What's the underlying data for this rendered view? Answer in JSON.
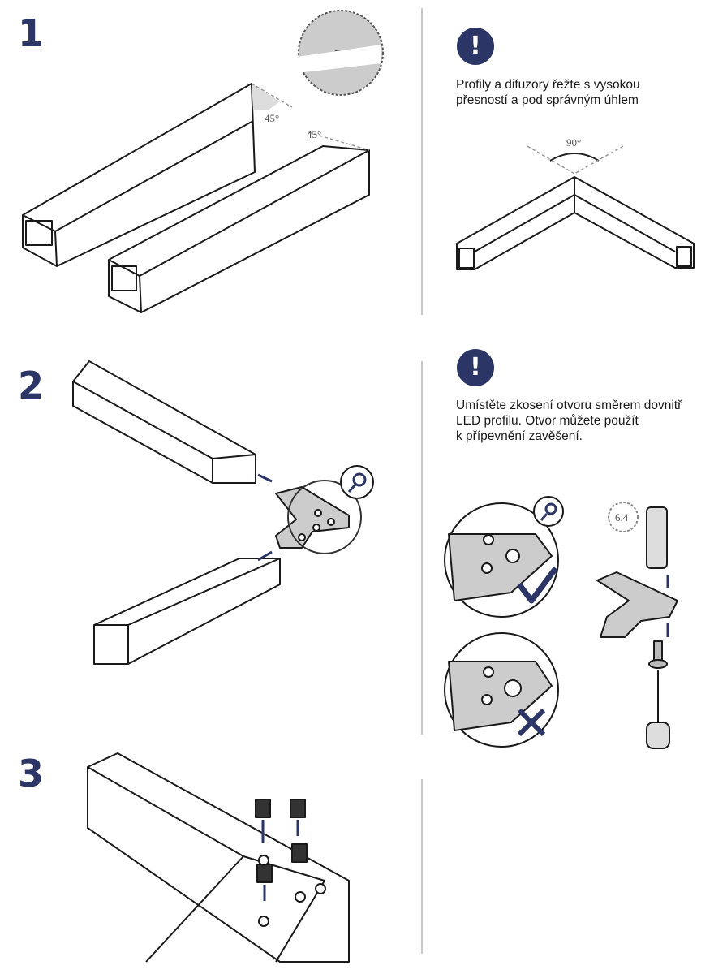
{
  "steps": [
    {
      "number": "1"
    },
    {
      "number": "2"
    },
    {
      "number": "3"
    }
  ],
  "notes": [
    {
      "icon": "exclamation-icon",
      "glyph": "!",
      "text": "Profily a difuzory řežte s vysokou\npřesností a pod správným úhlem"
    },
    {
      "icon": "exclamation-icon",
      "glyph": "!",
      "text": "Umístěte zkosení otvoru směrem dovnitř\nLED profilu. Otvor můžete použít\nk přípevnění zavěšení."
    }
  ],
  "labels": {
    "angle_a": "45°",
    "angle_b": "45°",
    "angle_right": "90°",
    "drill_size": "6.4"
  },
  "colors": {
    "accent": "#2b3566",
    "divider": "#c9c9c9"
  }
}
